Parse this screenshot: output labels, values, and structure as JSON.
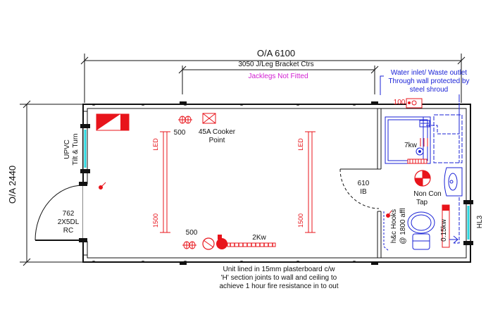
{
  "dimensions": {
    "overall_length": "O/A 6100",
    "leg_centres": "3050 J/Leg Bracket Ctrs",
    "overall_width": "O/A 2440"
  },
  "notes": {
    "jacklegs": "Jacklegs Not Fitted",
    "water_line1": "Water inlet/ Waste outlet",
    "water_line2": "Through wall protected by",
    "water_line3": "steel shroud",
    "lining_line1": "Unit lined in 15mm plasterboard c/w",
    "lining_line2": "'H' section joints to wall and ceiling to",
    "lining_line3": "achieve 1 hour fire resistance in to out"
  },
  "window_left": {
    "line1": "UPVC",
    "line2": "Tilt & Turn"
  },
  "door_left": {
    "line1": "762",
    "line2": "2X5DL",
    "line3": "RC"
  },
  "door_internal": {
    "line1": "610",
    "line2": "IB"
  },
  "sockets": {
    "top": "500",
    "bottom": "500"
  },
  "cooker": {
    "line1": "45A Cooker",
    "line2": "Point"
  },
  "heater": {
    "label": "2Kw"
  },
  "lights": {
    "led1_top": "LED",
    "led1_bottom": "1500",
    "led2_top": "LED",
    "led2_bottom": "1500"
  },
  "water_heater": {
    "power": "100",
    "kw": "7kw"
  },
  "tap": {
    "line1": "Non Con",
    "line2": "Tap"
  },
  "hooks": {
    "line1": "h&c Hooks",
    "line2": "@ 1800 affl"
  },
  "fan": {
    "label": "0.15kw"
  },
  "window_right": {
    "label": "HL3"
  },
  "colors": {
    "wall": "#111111",
    "electrical": "#e8141b",
    "plumbing": "#1a22d6",
    "jacklegs": "#d21fd2",
    "glazing": "#29d8e0"
  }
}
